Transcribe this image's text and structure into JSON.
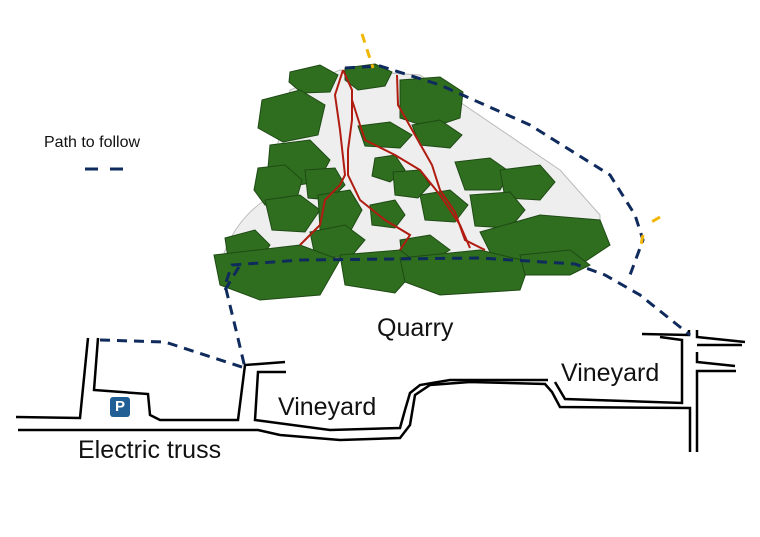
{
  "legend": {
    "label": "Path to follow",
    "icon": "dashed-line-icon",
    "path_color": "#0f2a5c"
  },
  "labels": {
    "quarry": "Quarry",
    "vineyard_left": "Vineyard",
    "vineyard_right": "Vineyard",
    "electric_truss": "Electric truss"
  },
  "parking": {
    "glyph": "P",
    "icon": "parking-icon",
    "color": "#1f5f96"
  },
  "colors": {
    "vegetation": "#2f6e1f",
    "vegetation_edge": "#1e4a14",
    "quarry_ground": "#eeeeee",
    "climbing_routes": "#b01c10",
    "path": "#0f2a5c",
    "markers": "#f2b705",
    "roads": "#000000"
  }
}
